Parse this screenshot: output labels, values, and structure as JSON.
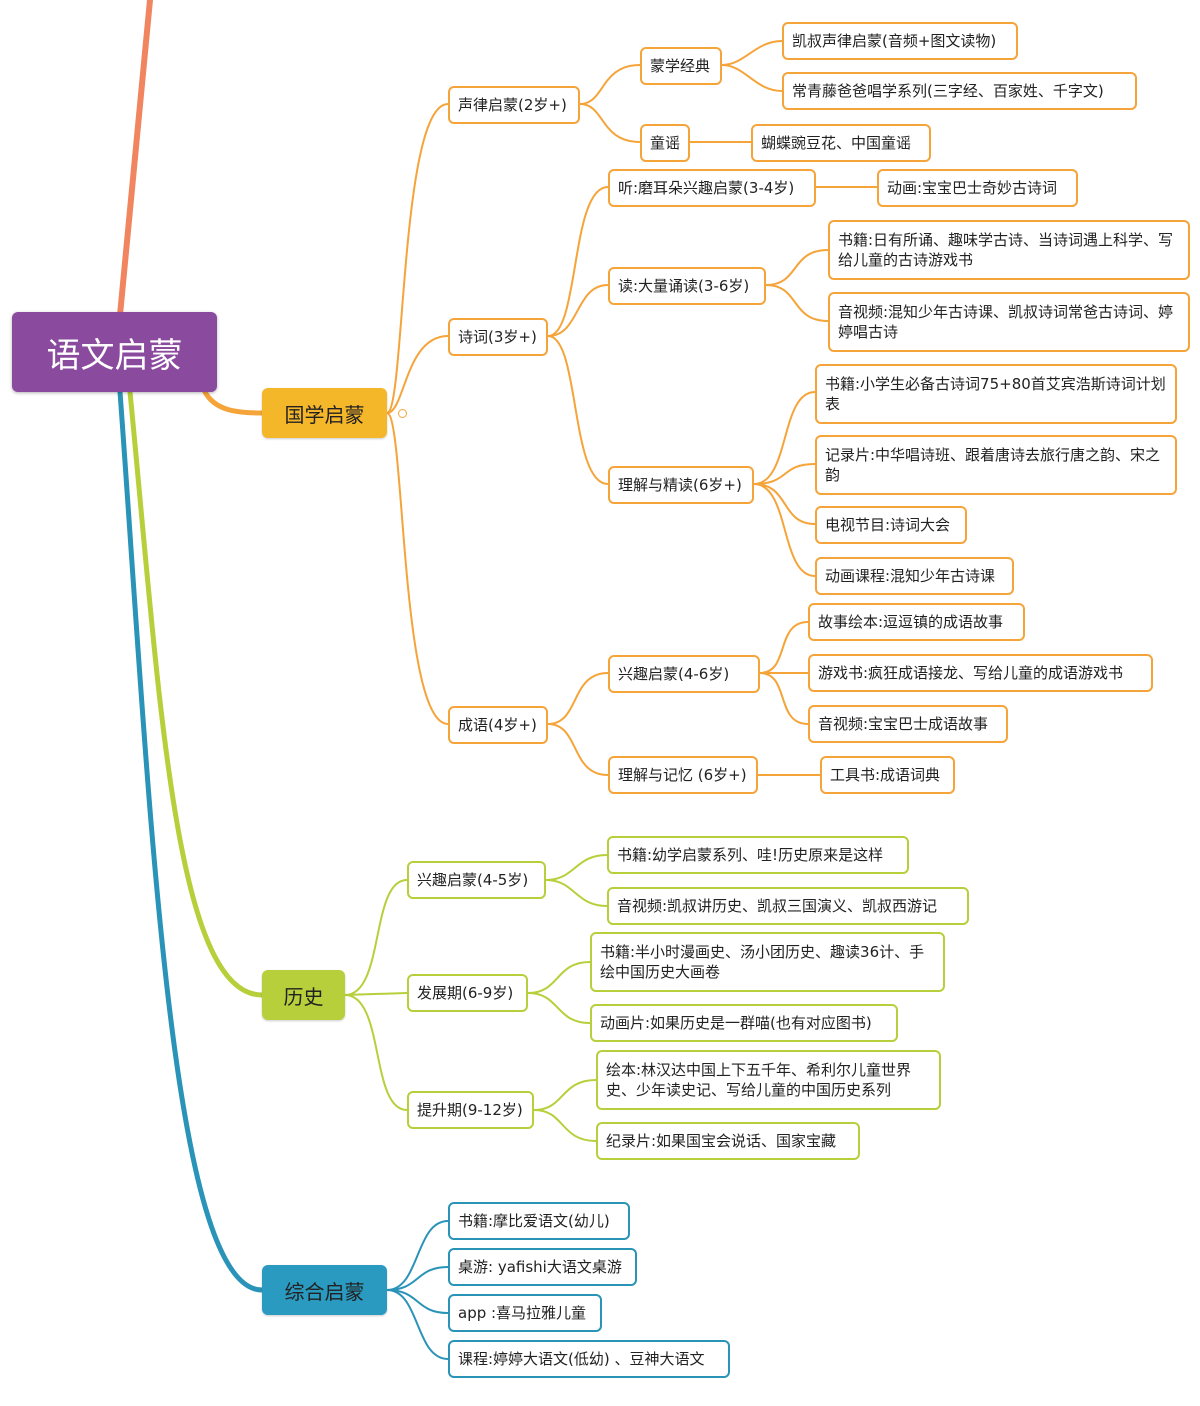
{
  "colors": {
    "root": "#8a4a9e",
    "guoxue": "#f5a43a",
    "lishi": "#b7cf3a",
    "zonghe": "#2a93b8",
    "top_branch": "#f08560"
  },
  "root": {
    "label": "语文启蒙"
  },
  "guoxue": {
    "label": "国学启蒙",
    "shenglv": {
      "label": "声律启蒙(2岁+)",
      "mengxue": {
        "label": "蒙学经典",
        "items": [
          "凯叔声律启蒙(音频+图文读物)",
          "常青藤爸爸唱学系列(三字经、百家姓、千字文)"
        ]
      },
      "tongyao": {
        "label": "童谣",
        "items": [
          "蝴蝶豌豆花、中国童谣"
        ]
      }
    },
    "shici": {
      "label": "诗词(3岁+)",
      "ting": {
        "label": "听:磨耳朵兴趣启蒙(3-4岁)",
        "items": [
          "动画:宝宝巴士奇妙古诗词"
        ]
      },
      "du": {
        "label": "读:大量诵读(3-6岁)",
        "items": [
          "书籍:日有所诵、趣味学古诗、当诗词遇上科学、写给儿童的古诗游戏书",
          "音视频:混知少年古诗课、凯叔诗词常爸古诗词、婷婷唱古诗"
        ]
      },
      "lijie": {
        "label": "理解与精读(6岁+)",
        "items": [
          "书籍:小学生必备古诗词75+80首艾宾浩斯诗词计划表",
          "记录片:中华唱诗班、跟着唐诗去旅行唐之韵、宋之韵",
          "电视节目:诗词大会",
          "动画课程:混知少年古诗课"
        ]
      }
    },
    "chengyu": {
      "label": "成语(4岁+)",
      "xingqu": {
        "label": "兴趣启蒙(4-6岁)",
        "items": [
          "故事绘本:逗逗镇的成语故事",
          "游戏书:疯狂成语接龙、写给儿童的成语游戏书",
          "音视频:宝宝巴士成语故事"
        ]
      },
      "jiyi": {
        "label": "理解与记忆 (6岁+)",
        "items": [
          "工具书:成语词典"
        ]
      }
    }
  },
  "lishi": {
    "label": "历史",
    "xingqu": {
      "label": "兴趣启蒙(4-5岁)",
      "items": [
        "书籍:幼学启蒙系列、哇!历史原来是这样",
        "音视频:凯叔讲历史、凯叔三国演义、凯叔西游记"
      ]
    },
    "fazhan": {
      "label": "发展期(6-9岁)",
      "items": [
        "书籍:半小时漫画史、汤小团历史、趣读36计、手绘中国历史大画卷",
        "动画片:如果历史是一群喵(也有对应图书)"
      ]
    },
    "tisheng": {
      "label": "提升期(9-12岁)",
      "items": [
        "绘本:林汉达中国上下五千年、希利尔儿童世界史、少年读史记、写给儿童的中国历史系列",
        "纪录片:如果国宝会说话、国家宝藏"
      ]
    }
  },
  "zonghe": {
    "label": "综合启蒙",
    "items": [
      "书籍:摩比爱语文(幼儿)",
      "桌游: yafishi大语文桌游",
      "app :喜马拉雅儿童",
      "课程:婷婷大语文(低幼) 、豆神大语文"
    ]
  }
}
